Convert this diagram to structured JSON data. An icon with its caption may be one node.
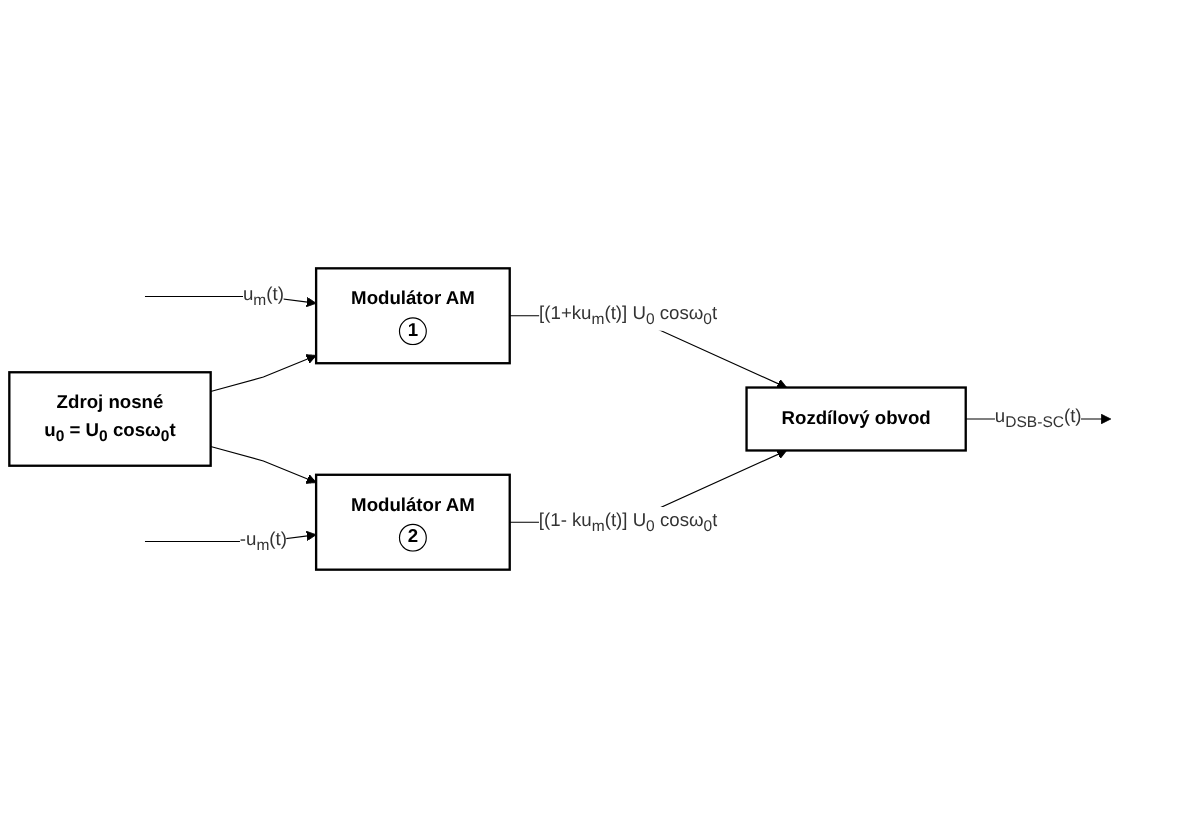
{
  "diagram": {
    "nodes": [
      {
        "text": [
          "Modulátor AM",
          "1"
        ]
      },
      {
        "text": [
          "Zdroj nosné",
          "u$_{0}$ = U$_{0}$ cosω$_{0}$t"
        ]
      },
      {
        "text": [
          "Rozdílový obvod"
        ]
      },
      {
        "text": [
          "Modulátor AM",
          "2"
        ]
      }
    ],
    "edges": [
      {
        "from": null,
        "to": 0,
        "arrow": "to",
        "label": "u$_{m}$(t)"
      },
      {
        "from": 1,
        "to": 0,
        "arrow": "to"
      },
      {
        "from": 0,
        "to": 2,
        "arrow": "to",
        "label": "[(1+ku$_{m}$(t)] U$_{0}$ cosω$_{0}$t"
      },
      {
        "from": 1,
        "to": 3,
        "arrow": "to"
      },
      {
        "from": null,
        "to": 3,
        "arrow": "to",
        "label": "-u$_{m}$(t)"
      },
      {
        "from": 3,
        "to": 2,
        "arrow": "to",
        "label": "[(1- ku$_{m}$(t)] U$_{0}$ cosω$_{0}$t"
      },
      {
        "from": 2,
        "to": null,
        "arrow": "to",
        "label": "u$_{DSB-SC}$(t)"
      }
    ]
  }
}
